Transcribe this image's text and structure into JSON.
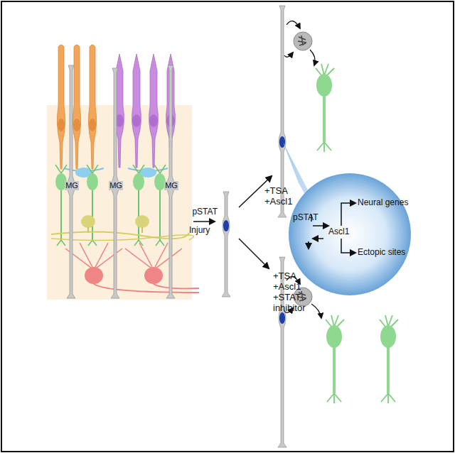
{
  "diagram": {
    "labels": [
      "MG",
      "MG",
      "MG",
      "pSTAT",
      "Injury",
      "+TSA +Ascl1",
      "+TSA +Ascl1 +STAT inhibitor",
      "Neural genes",
      "pSTAT",
      "Ascl1",
      "Ectopic sites"
    ]
  }
}
